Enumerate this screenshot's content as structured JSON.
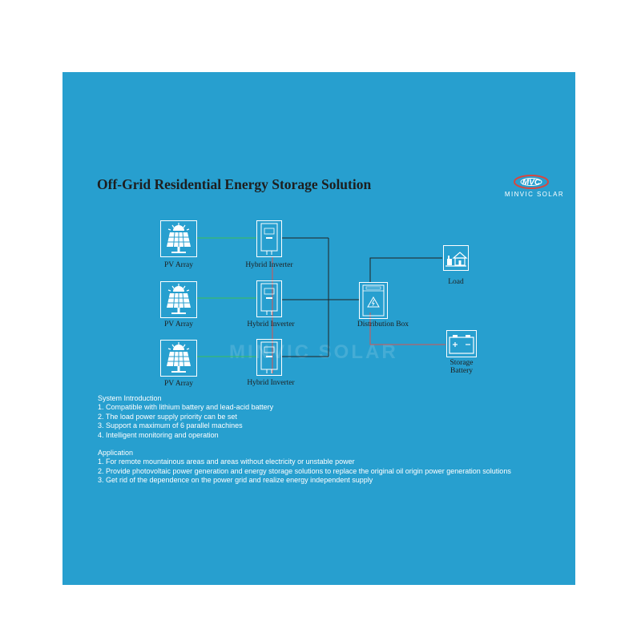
{
  "title": "Off-Grid Residential Energy Storage Solution",
  "logo": {
    "mark": "MVC",
    "text": "MINVIC SOLAR"
  },
  "watermark": "MINVIC SOLAR",
  "diagram": {
    "pv_arrays": [
      "PV Array",
      "PV Array",
      "PV Array"
    ],
    "inverters": [
      "Hybrid Inverter",
      "Hybrid Inverter",
      "Hybrid Inverter"
    ],
    "distribution_box": "Distribution Box",
    "load": "Load",
    "storage": [
      "Storage",
      "Battery"
    ]
  },
  "system_introduction": {
    "heading": "System Introduction",
    "items": [
      "1. Compatible with lithium battery and lead-acid battery",
      "2. The load power supply priority can be set",
      "3. Support a maximum of 6 parallel machines",
      "4. Intelligent monitoring and operation"
    ]
  },
  "application": {
    "heading": "Application",
    "items": [
      "1. For remote mountainous areas and areas without electricity or unstable power",
      "2. Provide photovoltaic power generation and energy storage solutions to replace the original oil origin power generation solutions",
      "3. Get rid of the dependence on the power grid and realize energy independent supply"
    ]
  },
  "colors": {
    "background": "#279fcf",
    "pv_wire": "#3bbf5a",
    "dc_wire": "#222222",
    "battery_wire": "#d9534f",
    "text_dark": "#1e1e1e",
    "text_light": "#ffffff"
  },
  "icons": {
    "pv": "solar-panel-icon",
    "inverter": "inverter-icon",
    "distribution": "distribution-box-icon",
    "load": "house-icon",
    "storage": "battery-icon"
  }
}
